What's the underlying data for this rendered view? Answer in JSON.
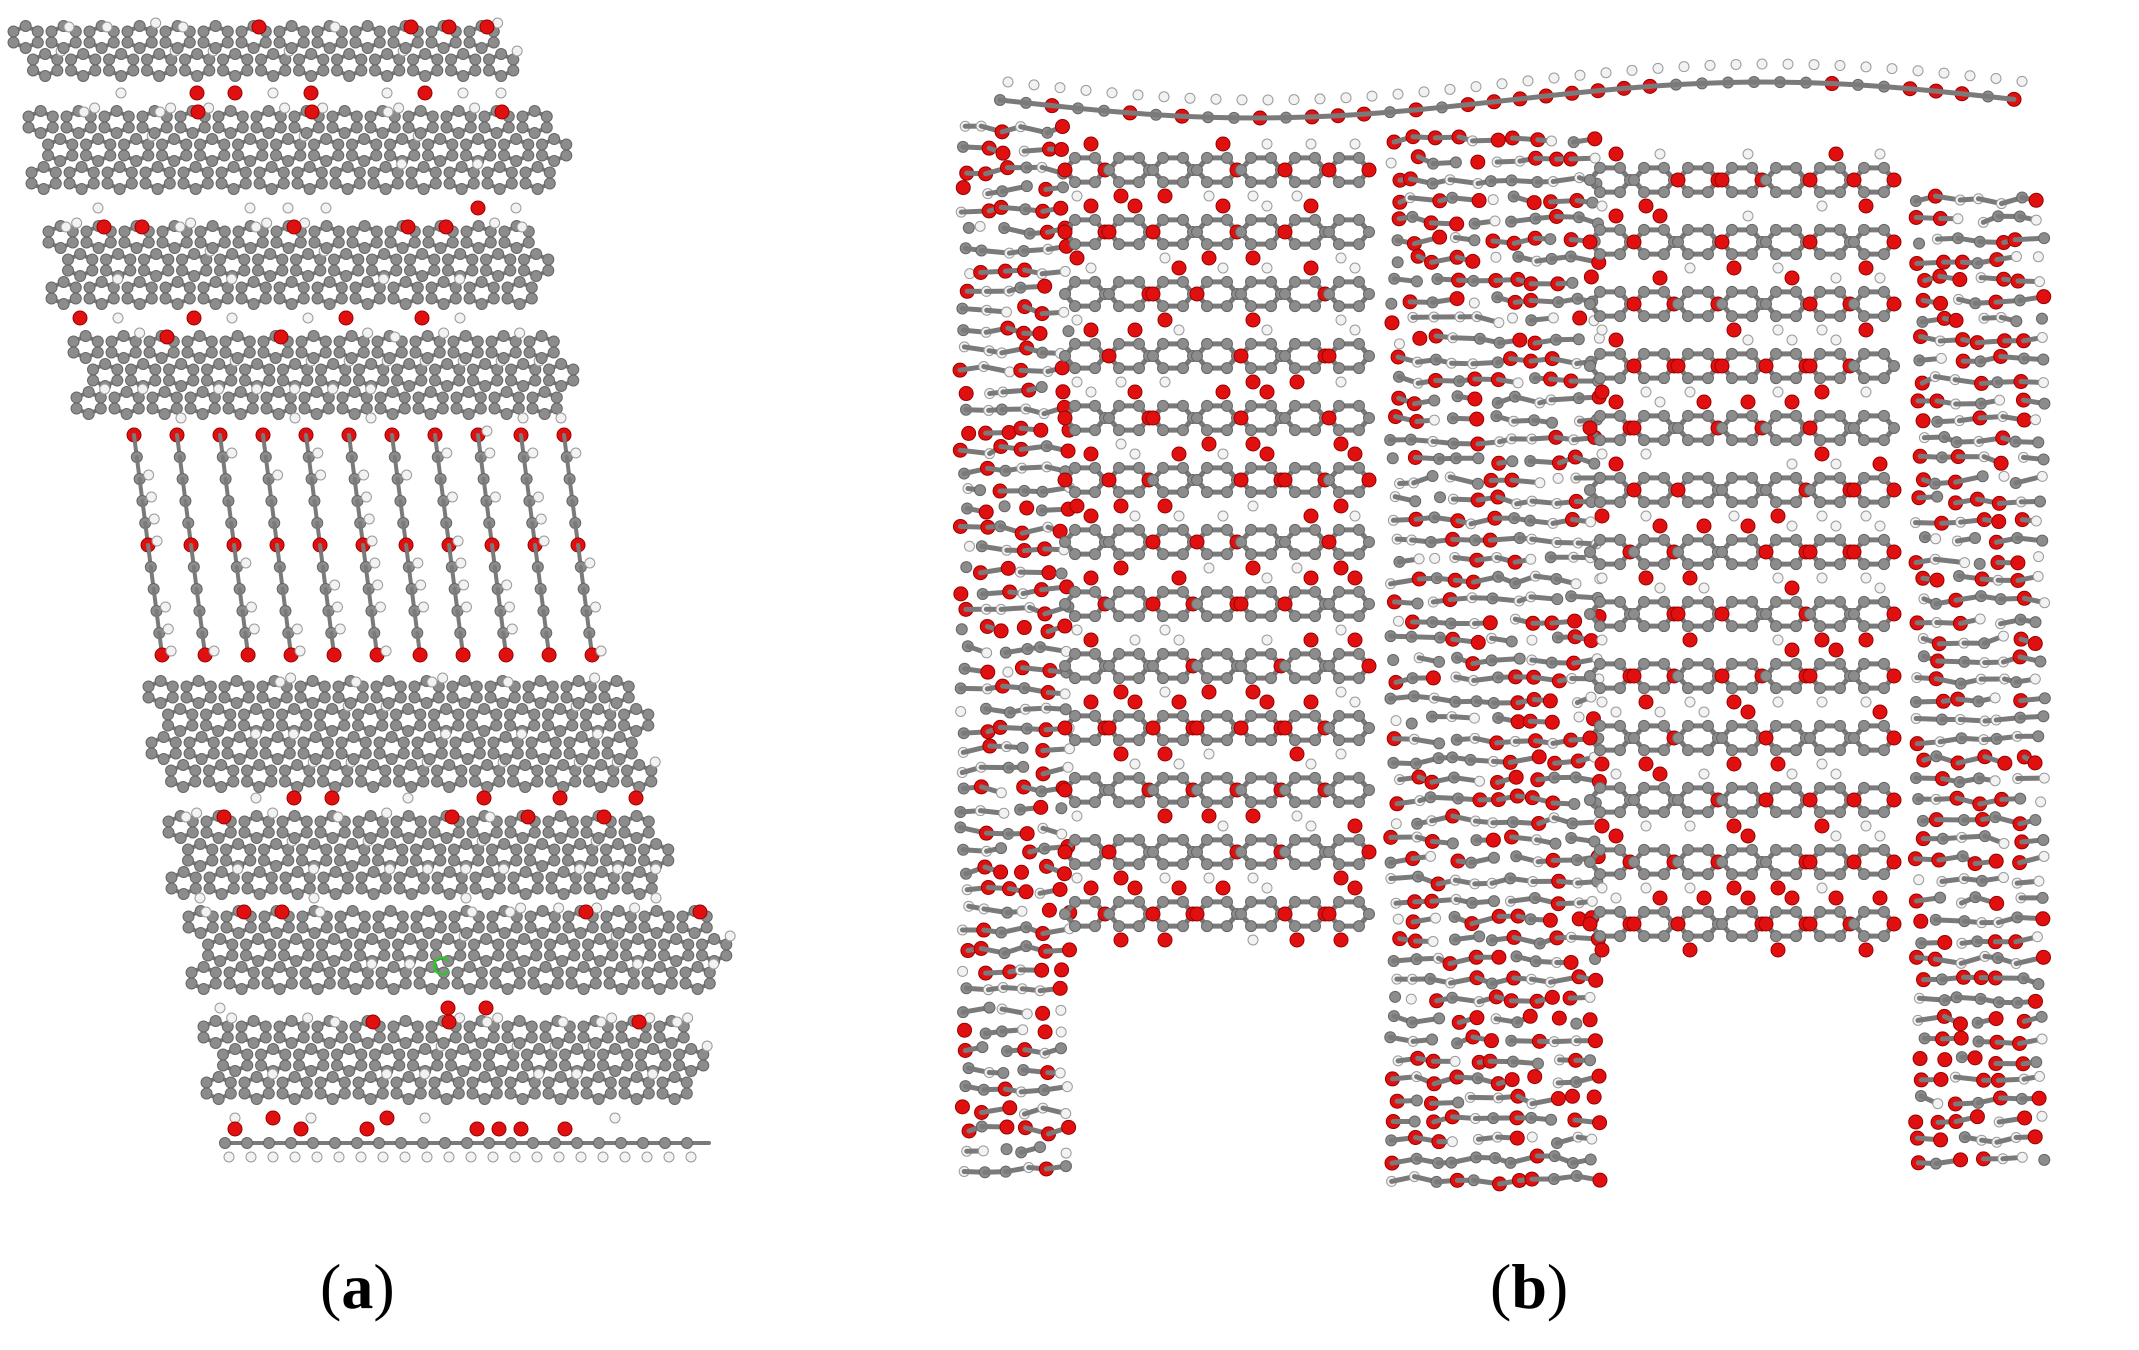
{
  "figure": {
    "panels": [
      {
        "id": "a",
        "label_open": "(",
        "label_letter": "a",
        "label_close": ")",
        "content": "molecular-structure-layered-sheets"
      },
      {
        "id": "b",
        "label_open": "(",
        "label_letter": "b",
        "label_close": ")",
        "content": "molecular-structure-folded-sheets"
      }
    ],
    "small_marker": "C",
    "colors": {
      "carbon": "#8c8c8c",
      "oxygen": "#e01010",
      "hydrogen": "#f2f2f2",
      "hydrogen_edge": "#9a9a9a",
      "bond": "#7a7a7a",
      "marker": "#22cc22"
    }
  }
}
